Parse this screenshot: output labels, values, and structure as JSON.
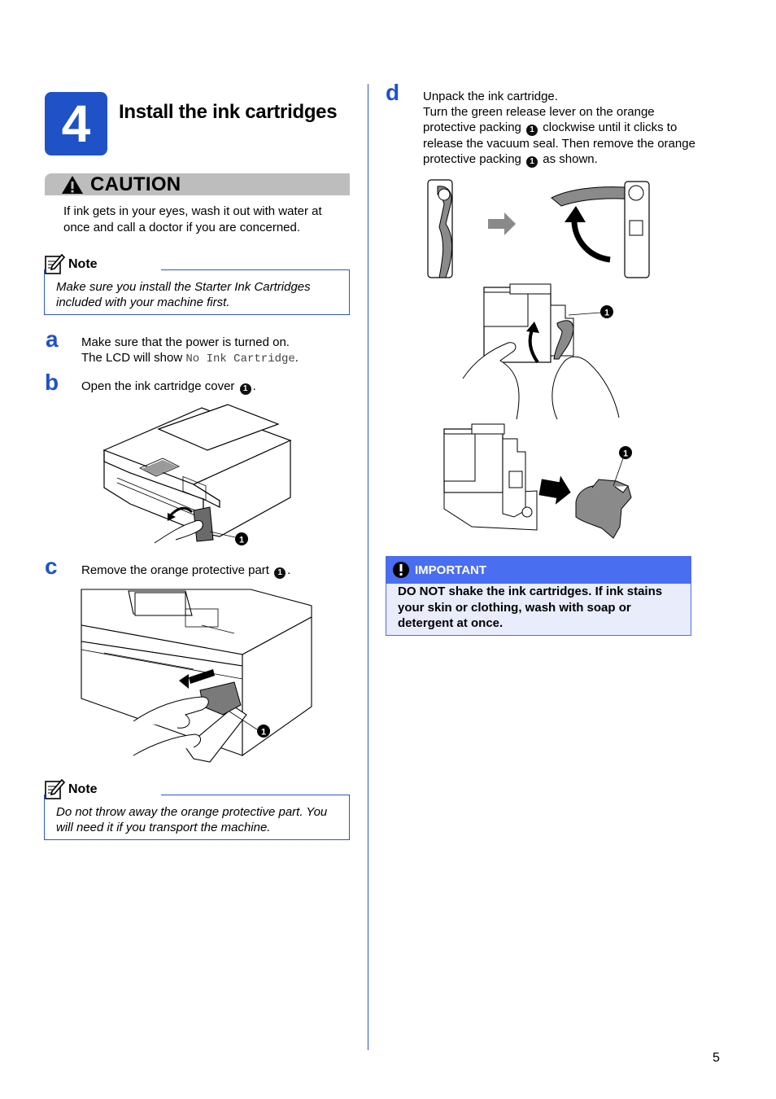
{
  "header": {
    "step_number": "4",
    "title": "Install the ink cartridges"
  },
  "caution": {
    "label": "CAUTION",
    "text": "If ink gets in your eyes, wash it out with water at once and call a doctor if you are concerned."
  },
  "note1": {
    "label": "Note",
    "text": "Make sure you install the Starter Ink Cartridges included with your machine first."
  },
  "step_a": {
    "letter": "a",
    "line1": "Make sure that the power is turned on.",
    "line2_prefix": "The LCD will show ",
    "line2_lcd": "No Ink Cartridge",
    "line2_suffix": "."
  },
  "step_b": {
    "letter": "b",
    "text": "Open the ink cartridge cover ",
    "callout": "1",
    "suffix": "."
  },
  "step_c": {
    "letter": "c",
    "text": "Remove the orange protective part ",
    "callout": "1",
    "suffix": "."
  },
  "note2": {
    "label": "Note",
    "text": "Do not throw away the orange protective part. You will need it if you transport the machine."
  },
  "step_d": {
    "letter": "d",
    "line1": "Unpack the ink cartridge.",
    "text_a": "Turn the green release lever on the orange protective packing ",
    "callout": "1",
    "text_b": " clockwise until it clicks to release the vacuum seal. Then remove the orange protective packing ",
    "text_c": " as shown."
  },
  "figure_callouts": {
    "b": "1",
    "c": "1",
    "d2": "1",
    "d3": "1"
  },
  "important": {
    "label": "IMPORTANT",
    "text": "DO NOT shake the ink cartridges. If ink stains your skin or clothing, wash with soap or detergent at once."
  },
  "page_number": "5",
  "colors": {
    "brand_blue": "#1f52c6",
    "important_blue": "#4a6ef0",
    "caution_gray": "#bdbdbd"
  }
}
